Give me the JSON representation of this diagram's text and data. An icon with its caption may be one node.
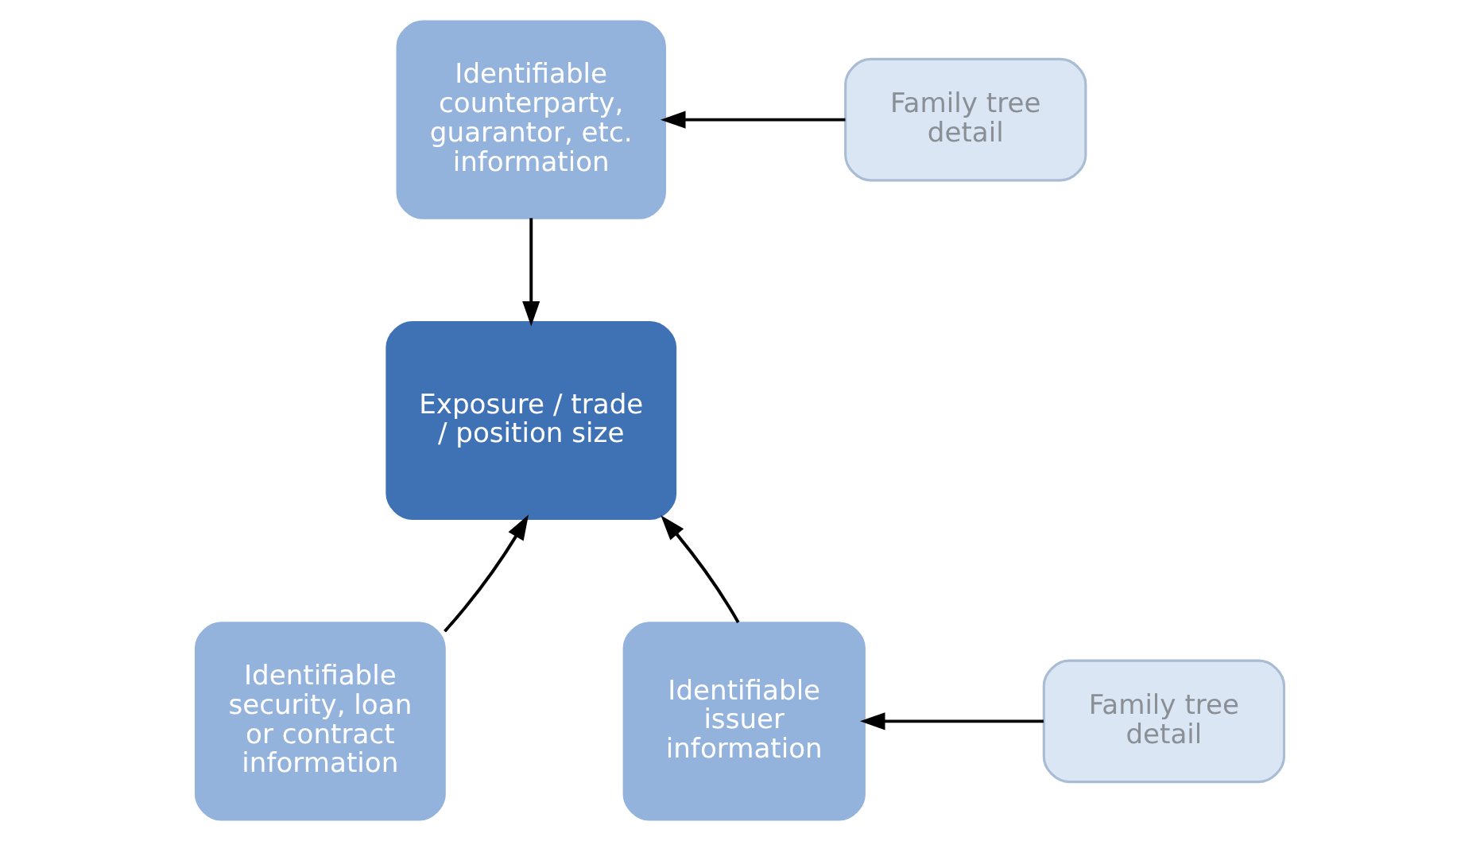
{
  "diagram": {
    "nodes": [
      {
        "text": [
          "Identifiable counterparty, guarantor, etc. information"
        ]
      },
      {
        "text": [
          "Family tree detail"
        ]
      },
      {
        "text": [
          "Exposure / trade / position size"
        ]
      },
      {
        "text": [
          "Identifiable security, loan or contract information"
        ]
      },
      {
        "text": [
          "Identifiable issuer information"
        ]
      },
      {
        "text": [
          "Family tree detail"
        ]
      }
    ],
    "edges": [
      {
        "from": 1,
        "to": 0,
        "arrow": "to"
      },
      {
        "from": 0,
        "to": 2,
        "arrow": "to"
      },
      {
        "from": 3,
        "to": 2,
        "arrow": "to"
      },
      {
        "from": 4,
        "to": 2,
        "arrow": "to"
      },
      {
        "from": 5,
        "to": 4,
        "arrow": "to"
      }
    ]
  }
}
